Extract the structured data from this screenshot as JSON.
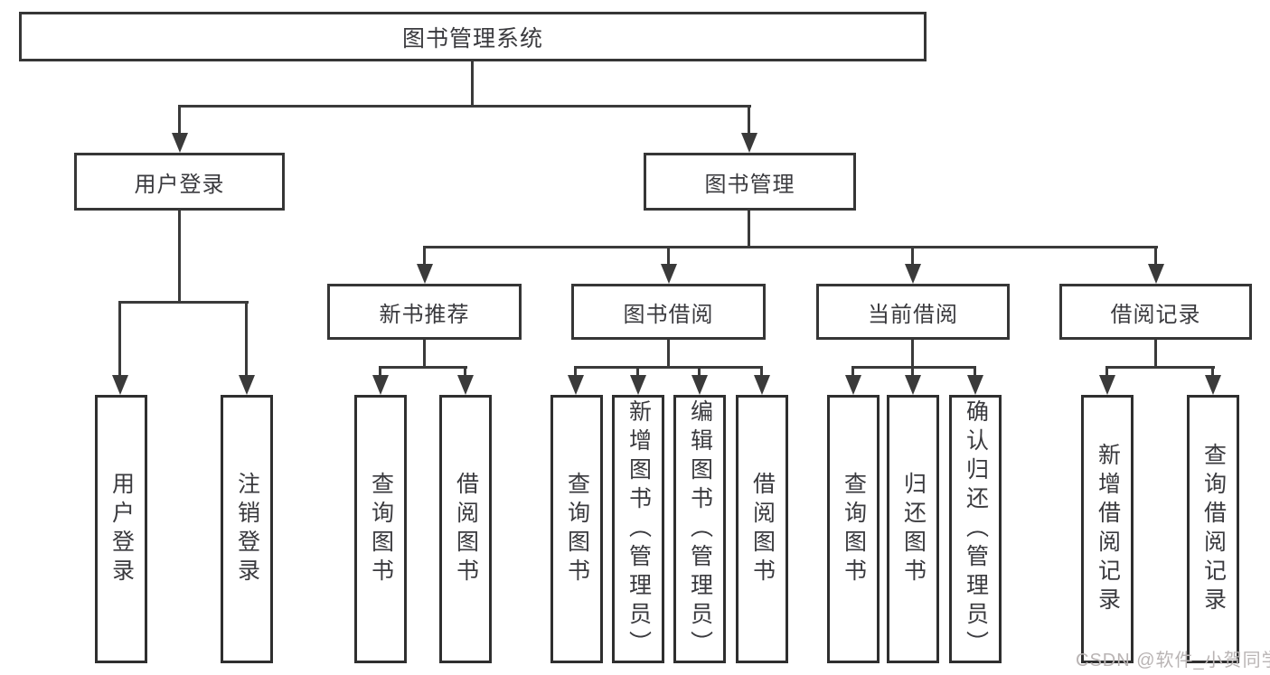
{
  "diagram_title": "图书管理系统",
  "nodes": {
    "root": "图书管理系统",
    "user_login": "用户登录",
    "book_mgmt": "图书管理",
    "new_book_rec": "新书推荐",
    "book_borrow": "图书借阅",
    "current_borrow": "当前借阅",
    "borrow_records": "借阅记录",
    "leaf_user_login": "用户登录",
    "leaf_logout": "注销登录",
    "leaf_query_books_a": "查询图书",
    "leaf_borrow_books_a": "借阅图书",
    "leaf_query_books_b": "查询图书",
    "leaf_add_book": "新增图书（管理员）",
    "leaf_edit_book": "编辑图书（管理员）",
    "leaf_borrow_books_b": "借阅图书",
    "leaf_query_books_c": "查询图书",
    "leaf_return_book": "归还图书",
    "leaf_confirm_return": "确认归还（管理员）",
    "leaf_add_borrow_record": "新增借阅记录",
    "leaf_query_borrow_record": "查询借阅记录"
  },
  "watermark": "CSDN @软件_小贺同学",
  "colors": {
    "line": "#3a3a3a",
    "border": "#363636",
    "text": "#3a3a3e",
    "watermark": "#b9b4b4",
    "background": "#ffffff"
  }
}
